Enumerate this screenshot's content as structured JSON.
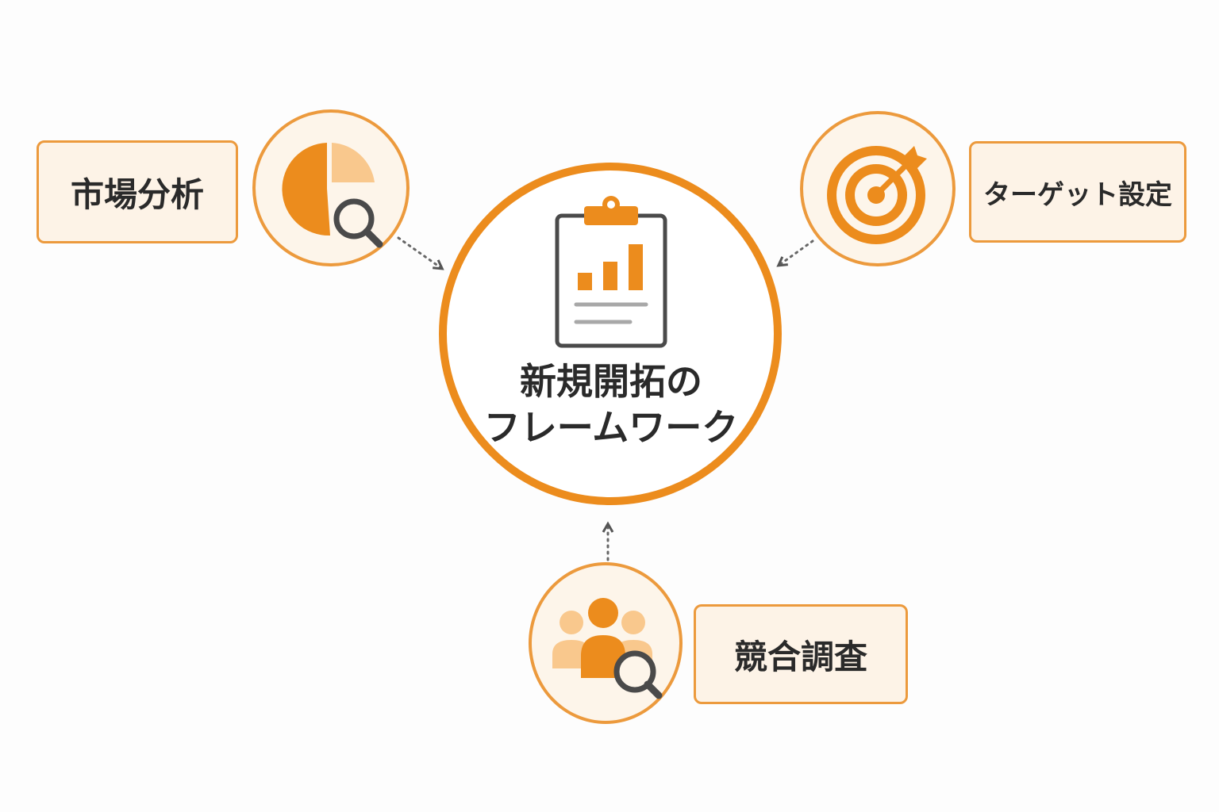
{
  "colors": {
    "accent": "#ec8c1d",
    "accent_light": "#f9c88d",
    "box_fill": "#fdf3e7",
    "icon_dark": "#4a4a4a",
    "text": "#2a2a2a"
  },
  "center": {
    "title_line1": "新規開拓の",
    "title_line2": "フレームワーク",
    "icon": "clipboard-chart-icon"
  },
  "nodes": {
    "market": {
      "label": "市場分析",
      "icon": "pie-chart-search-icon"
    },
    "target": {
      "label": "ターゲット設定",
      "icon": "target-arrow-icon"
    },
    "competitor": {
      "label": "競合調査",
      "icon": "people-search-icon"
    }
  }
}
